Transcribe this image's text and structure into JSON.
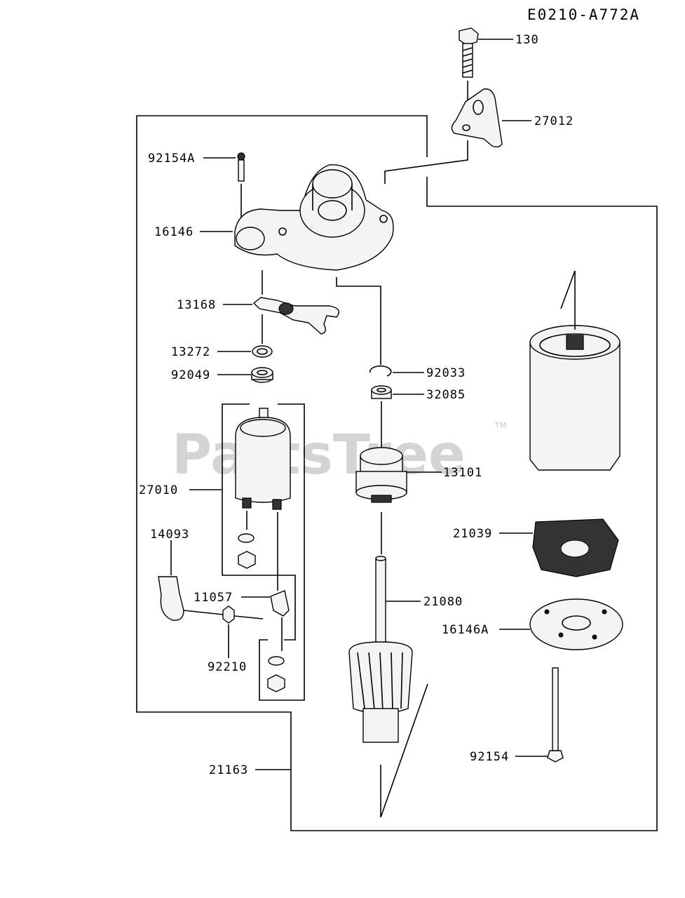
{
  "diagram_code": "E0210-A772A",
  "watermark": {
    "text": "PartsTree",
    "trademark": "TM"
  },
  "labels": {
    "p130": "130",
    "p27012": "27012",
    "p92154A": "92154A",
    "p16146": "16146",
    "p13168": "13168",
    "p13272": "13272",
    "p92049": "92049",
    "p92033": "92033",
    "p32085": "32085",
    "p13101": "13101",
    "p27010": "27010",
    "p14093": "14093",
    "p11057": "11057",
    "p92210": "92210",
    "p21039": "21039",
    "p21080": "21080",
    "p16146A": "16146A",
    "p92154": "92154",
    "p21163": "21163"
  }
}
